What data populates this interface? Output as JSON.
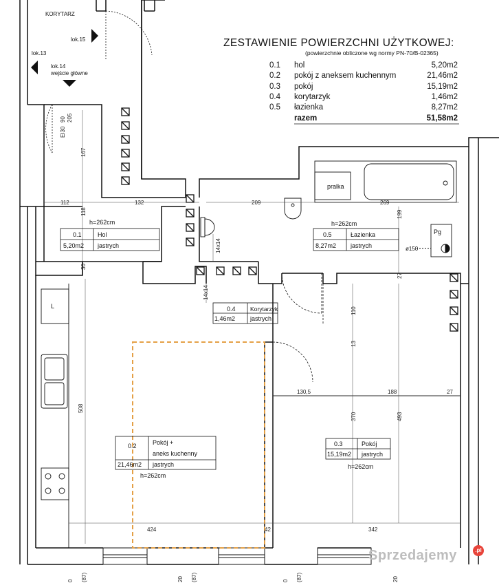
{
  "summary": {
    "title": "ZESTAWIENIE POWIERZCHNI UŻYTKOWEJ:",
    "subtitle": "(powierzchnie obliczone wg normy PN-70/B-02365)",
    "rows": [
      {
        "num": "0.1",
        "name": "hol",
        "area": "5,20m2"
      },
      {
        "num": "0.2",
        "name": "pokój z aneksem kuchennym",
        "area": "21,46m2"
      },
      {
        "num": "0.3",
        "name": "pokój",
        "area": "15,19m2"
      },
      {
        "num": "0.4",
        "name": "korytarzyk",
        "area": "1,46m2"
      },
      {
        "num": "0.5",
        "name": "łazienka",
        "area": "8,27m2"
      }
    ],
    "total_label": "razem",
    "total_area": "51,58m2"
  },
  "corridor": {
    "label": "KORYTARZ",
    "lok15": "lok.15",
    "lok13": "lok.13",
    "lok14": "lok.14",
    "entrance": "wejście główne",
    "door_code": "EI30",
    "door_w": "90",
    "door_h": "205"
  },
  "rooms": {
    "hol": {
      "num": "0.1",
      "name": "Hol",
      "area": "5,20m2",
      "floor": "jastrych",
      "height": "h=262cm"
    },
    "living": {
      "num": "0.2",
      "name_line1": "Pokój +",
      "name_line2": "aneks kuchenny",
      "area": "21,46m2",
      "floor": "jastrych",
      "height": "h=262cm"
    },
    "room": {
      "num": "0.3",
      "name": "Pokój",
      "area": "15,19m2",
      "floor": "jastrych",
      "height": "h=262cm"
    },
    "hallway": {
      "num": "0.4",
      "name": "Korytarzyk",
      "area": "1,46m2",
      "floor": "jastrych"
    },
    "bathroom": {
      "num": "0.5",
      "name": "Łazienka",
      "area": "8,27m2",
      "floor": "jastrych",
      "height": "h=262cm"
    }
  },
  "fixtures": {
    "washer": "pralka",
    "pg": "Pg",
    "riser": "ø150",
    "fridge": "L"
  },
  "dimensions": {
    "d167": "167",
    "d112": "112",
    "d132": "132",
    "d118": "118",
    "d30": "30",
    "d209": "209",
    "d269": "269",
    "d199": "199",
    "d27": "27",
    "d14x14a": "14x14",
    "d14x14b": "14x14",
    "d110": "110",
    "d13": "13",
    "d1305": "130,5",
    "d188": "188",
    "d27b": "27",
    "d508": "508",
    "d370": "370",
    "d493": "493",
    "d424": "424",
    "d342": "342",
    "d42": "42",
    "b0a": "0",
    "b87a": "(87)",
    "b20a": "20",
    "b87b": "(87)",
    "b0b": "0",
    "b87c": "(87)",
    "b20b": "20"
  },
  "watermark": "Sprzedajemy",
  "watermark_tld": ".pl"
}
